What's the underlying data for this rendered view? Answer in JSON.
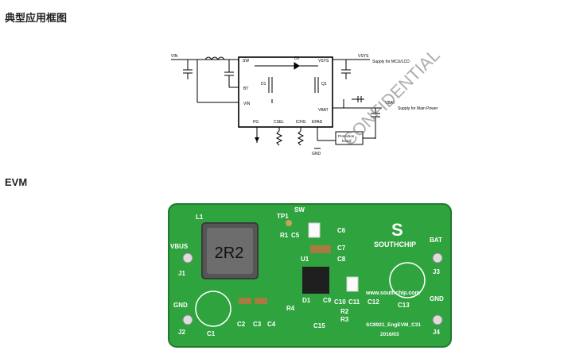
{
  "headings": {
    "typical_app": "典型应用框图",
    "evm": "EVM"
  },
  "schematic": {
    "chip": {
      "sw": "SW",
      "vsys": "VSYS",
      "bt": "BT",
      "vin": "VIN",
      "vbat": "VBAT",
      "pg": "PG",
      "csel": "CSEL",
      "ichg": "ICHG",
      "epad": "EPAD"
    },
    "net_vin": "VIN",
    "net_vsys": "VSYS",
    "supply_mcu": "Supply for MCU/LCD",
    "net_vbat": "VBAT",
    "supply_main": "Supply for Main Power",
    "d1": "D1",
    "d2": "D2",
    "q1": "Q1",
    "protection_line1": "Protection",
    "protection_line2": "board",
    "gnd": "GND",
    "watermark": "CONFIDENTIAL"
  },
  "board": {
    "inductor_label": "L1",
    "inductor_value": "2R2",
    "tp1": "TP1",
    "sw": "SW",
    "vbus": "VBUS",
    "j1": "J1",
    "gnd_left": "GND",
    "j2": "J2",
    "c1": "C1",
    "c2": "C2",
    "c3": "C3",
    "c4": "C4",
    "r1": "R1",
    "c5": "C5",
    "c6": "C6",
    "c7": "C7",
    "c8": "C8",
    "u1": "U1",
    "r4": "R4",
    "d1": "D1",
    "c9": "C9",
    "c10": "C10",
    "c11": "C11",
    "c12": "C12",
    "c13": "C13",
    "c15": "C15",
    "r2": "R2",
    "r3": "R3",
    "brand": "SOUTHCHIP",
    "website": "www.southchip.com",
    "model": "SC8921_EngEVM_C31",
    "date": "2016/03",
    "bat": "BAT",
    "j3": "J3",
    "gnd_right": "GND",
    "j4": "J4",
    "colors": {
      "pcb": "#2fa33e",
      "silk": "#ffffff",
      "pad": "#c9a35a"
    }
  }
}
